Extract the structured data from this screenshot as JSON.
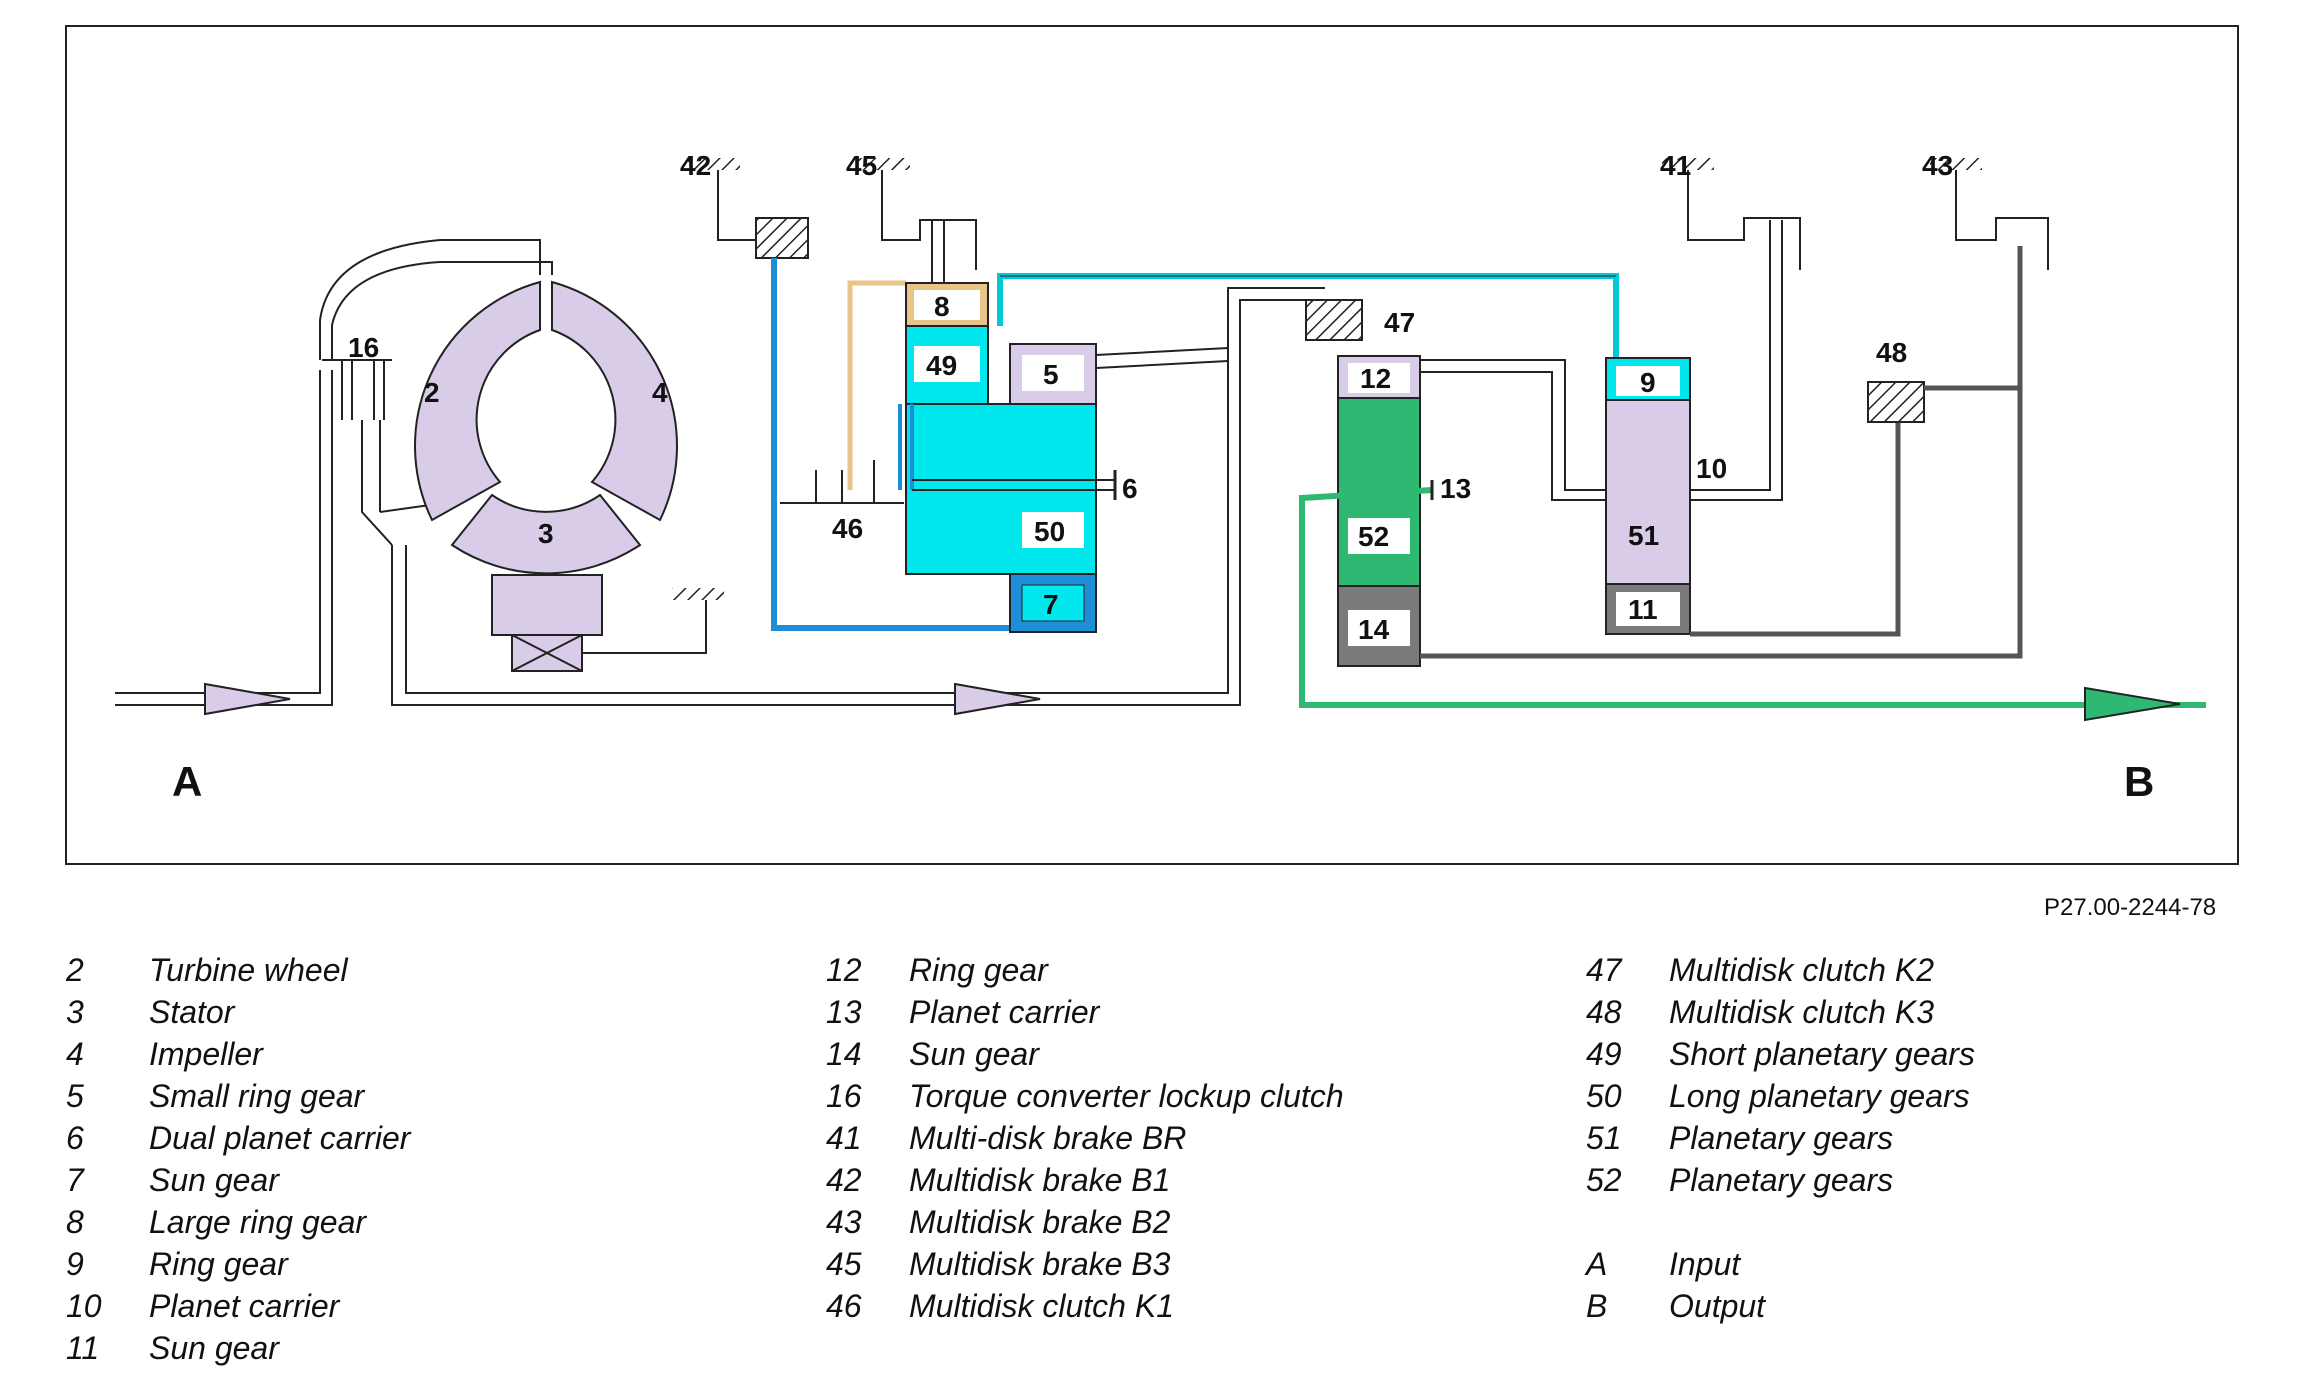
{
  "diagram": {
    "labels": {
      "l42": "42",
      "l45": "45",
      "l41": "41",
      "l43": "43",
      "l16": "16",
      "l2": "2",
      "l4": "4",
      "l3": "3",
      "l8": "8",
      "l49": "49",
      "l5": "5",
      "l6": "6",
      "l46": "46",
      "l50": "50",
      "l7": "7",
      "l47": "47",
      "l12": "12",
      "l13": "13",
      "l52": "52",
      "l14": "14",
      "l9": "9",
      "l10": "10",
      "l51": "51",
      "l11": "11",
      "l48": "48",
      "input": "A",
      "output": "B"
    },
    "colors": {
      "lavender": "#d8cce8",
      "cyan": "#00e8ee",
      "blue": "#1e8ed8",
      "tan": "#e8c48a",
      "green": "#2fb872",
      "gray": "#7a7a7a"
    }
  },
  "reference_code": "P27.00-2244-78",
  "legend": {
    "col1": [
      {
        "key": "2",
        "text": "Turbine wheel"
      },
      {
        "key": "3",
        "text": "Stator"
      },
      {
        "key": "4",
        "text": "Impeller"
      },
      {
        "key": "5",
        "text": "Small ring gear"
      },
      {
        "key": "6",
        "text": "Dual planet carrier"
      },
      {
        "key": "7",
        "text": "Sun gear"
      },
      {
        "key": "8",
        "text": "Large ring gear"
      },
      {
        "key": "9",
        "text": "Ring gear"
      },
      {
        "key": "10",
        "text": "Planet carrier"
      },
      {
        "key": "11",
        "text": "Sun gear"
      }
    ],
    "col2": [
      {
        "key": "12",
        "text": "Ring gear"
      },
      {
        "key": "13",
        "text": "Planet carrier"
      },
      {
        "key": "14",
        "text": "Sun gear"
      },
      {
        "key": "16",
        "text": "Torque converter lockup clutch"
      },
      {
        "key": "41",
        "text": "Multi-disk brake BR"
      },
      {
        "key": "42",
        "text": "Multidisk brake B1"
      },
      {
        "key": "43",
        "text": "Multidisk brake B2"
      },
      {
        "key": "45",
        "text": "Multidisk brake B3"
      },
      {
        "key": "46",
        "text": "Multidisk clutch K1"
      }
    ],
    "col3": [
      {
        "key": "47",
        "text": "Multidisk clutch K2"
      },
      {
        "key": "48",
        "text": "Multidisk clutch K3"
      },
      {
        "key": "49",
        "text": "Short planetary gears"
      },
      {
        "key": "50",
        "text": "Long planetary gears"
      },
      {
        "key": "51",
        "text": "Planetary gears"
      },
      {
        "key": "52",
        "text": "Planetary gears"
      },
      {
        "key": "A",
        "text": "Input"
      },
      {
        "key": "B",
        "text": "Output"
      }
    ]
  }
}
